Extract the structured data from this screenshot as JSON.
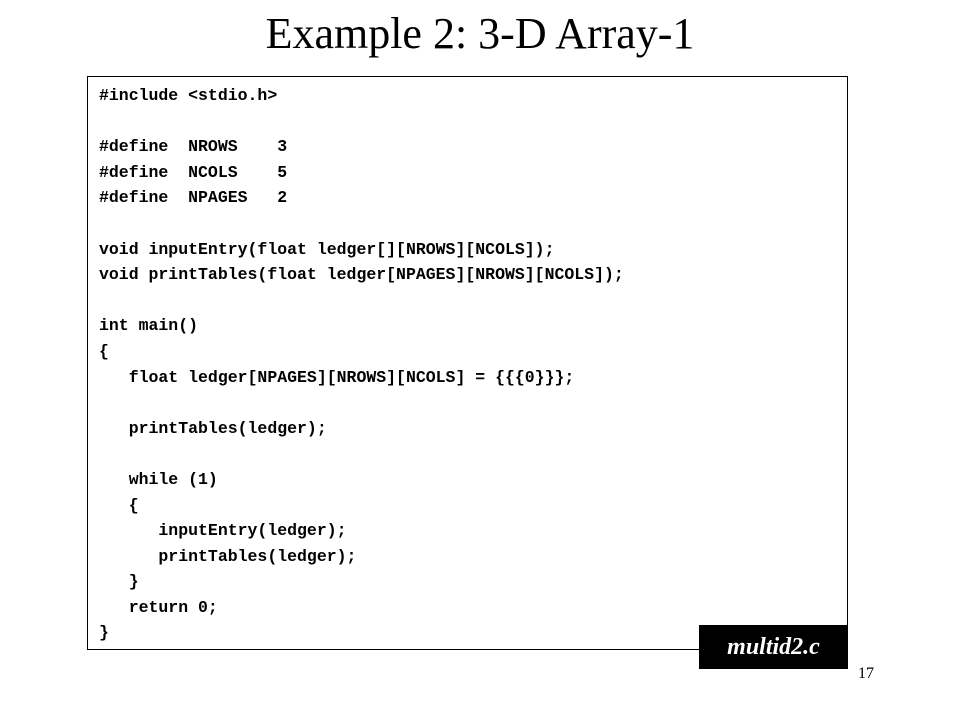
{
  "slide": {
    "title": "Example 2: 3-D Array-1",
    "file_badge": "multid2.c",
    "page_number": "17"
  },
  "code": {
    "lines": [
      "#include <stdio.h>",
      "",
      "#define  NROWS    3",
      "#define  NCOLS    5",
      "#define  NPAGES   2",
      "",
      "void inputEntry(float ledger[][NROWS][NCOLS]);",
      "void printTables(float ledger[NPAGES][NROWS][NCOLS]);",
      "",
      "int main()",
      "{",
      "   float ledger[NPAGES][NROWS][NCOLS] = {{{0}}};",
      "",
      "   printTables(ledger);",
      "",
      "   while (1)",
      "   {",
      "      inputEntry(ledger);",
      "      printTables(ledger);",
      "   }",
      "   return 0;",
      "}"
    ]
  }
}
